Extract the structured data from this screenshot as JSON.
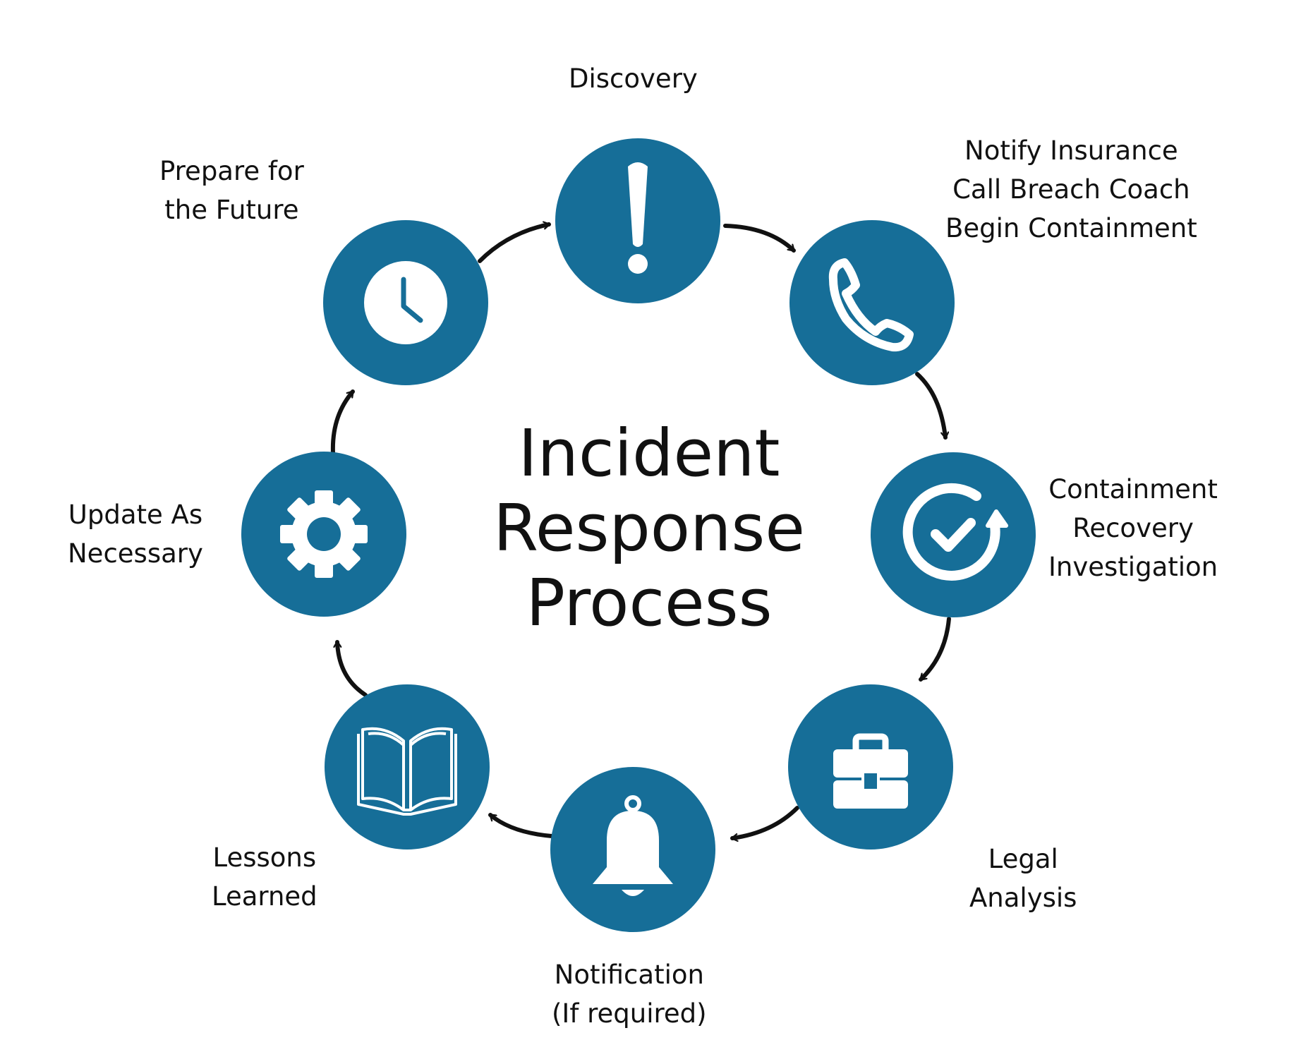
{
  "title": [
    "Incident",
    "Response",
    "Process"
  ],
  "colors": {
    "node": "#166e98",
    "arrow": "#111111",
    "icon": "#ffffff"
  },
  "steps": [
    {
      "id": "discovery",
      "icon": "exclamation-icon",
      "lines": [
        "Discovery"
      ]
    },
    {
      "id": "notify",
      "icon": "phone-icon",
      "lines": [
        "Notify Insurance",
        "Call Breach Coach",
        "Begin Containment"
      ]
    },
    {
      "id": "containment",
      "icon": "refresh-check-icon",
      "lines": [
        "Containment",
        "Recovery",
        "Investigation"
      ]
    },
    {
      "id": "legal",
      "icon": "briefcase-icon",
      "lines": [
        "Legal",
        "Analysis"
      ]
    },
    {
      "id": "notification",
      "icon": "bell-icon",
      "lines": [
        "Notification",
        "(If required)"
      ]
    },
    {
      "id": "lessons",
      "icon": "book-icon",
      "lines": [
        "Lessons",
        "Learned"
      ]
    },
    {
      "id": "update",
      "icon": "gear-icon",
      "lines": [
        "Update As",
        "Necessary"
      ]
    },
    {
      "id": "prepare",
      "icon": "clock-icon",
      "lines": [
        "Prepare for",
        "the Future"
      ]
    }
  ]
}
